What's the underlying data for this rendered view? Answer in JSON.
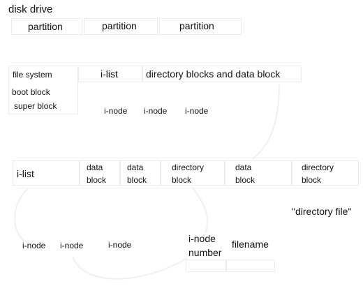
{
  "disk": {
    "title": "disk drive",
    "partitions": [
      "partition",
      "partition",
      "partition"
    ]
  },
  "filesystem": {
    "label": "file system",
    "ilist_label": "i-list",
    "dir_data_label": "directory blocks and data block",
    "boot_block": "boot block",
    "super_block": "super block",
    "inodes": [
      "i-node",
      "i-node",
      "i-node"
    ]
  },
  "blocks_row": {
    "ilist_label": "i-list",
    "blocks": [
      {
        "line1": "data",
        "line2": "block"
      },
      {
        "line1": "data",
        "line2": "block"
      },
      {
        "line1": "directory",
        "line2": "block"
      },
      {
        "line1": "data",
        "line2": "block"
      },
      {
        "line1": "directory",
        "line2": "block"
      }
    ],
    "dir_file_caption": "\"directory file\""
  },
  "bottom": {
    "inodes": [
      "i-node",
      "i-node",
      "i-node"
    ],
    "inode_number_line1": "i-node",
    "inode_number_line2": "number",
    "filename": "filename"
  },
  "colors": {
    "text": "#111111",
    "faint_line": "#ececec",
    "arrow": "#f0f0f0"
  }
}
